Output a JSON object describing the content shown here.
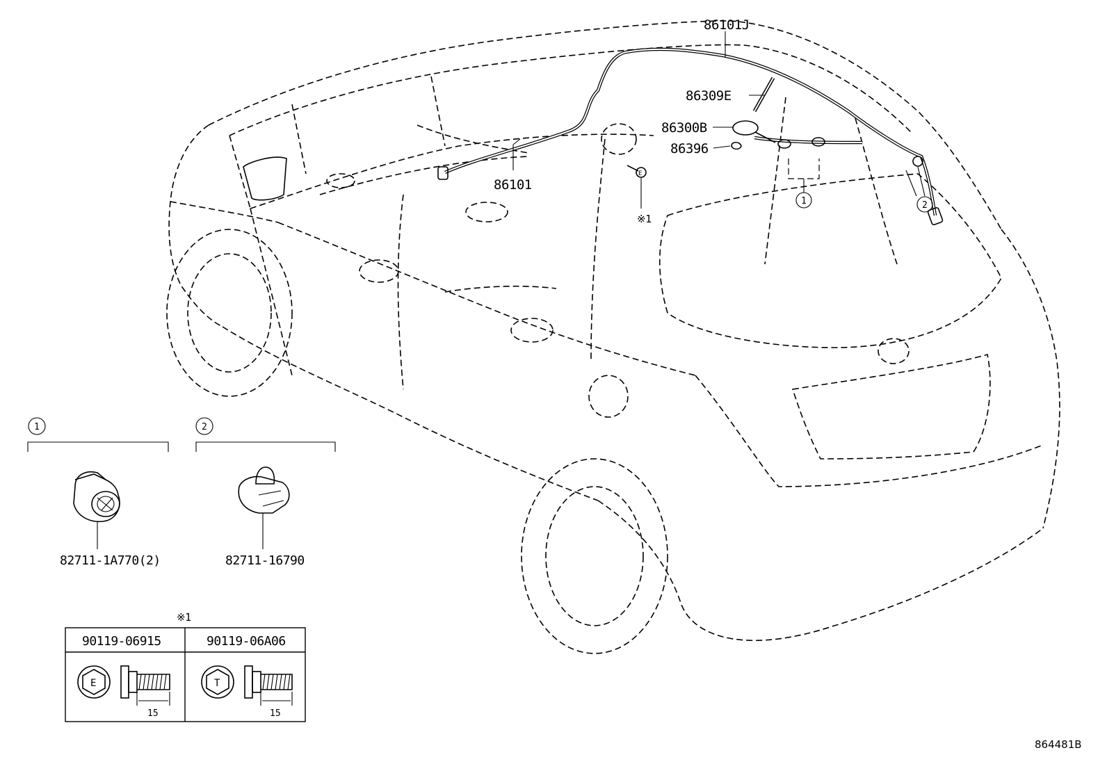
{
  "parts": {
    "p_86101J": "86101J",
    "p_86309E": "86309E",
    "p_86300B": "86300B",
    "p_86396": "86396",
    "p_86101": "86101",
    "note_ref": "※1"
  },
  "callouts": {
    "c1": "1",
    "c2": "2"
  },
  "detail_clamps": [
    {
      "number": "1",
      "part": "82711-1A770(2)"
    },
    {
      "number": "2",
      "part": "82711-16790"
    }
  ],
  "bolt_table": {
    "note": "※1",
    "columns": [
      {
        "part": "90119-06915",
        "head_mark": "E",
        "length": "15"
      },
      {
        "part": "90119-06A06",
        "head_mark": "T",
        "length": "15"
      }
    ]
  },
  "illustration_id": "864481B"
}
